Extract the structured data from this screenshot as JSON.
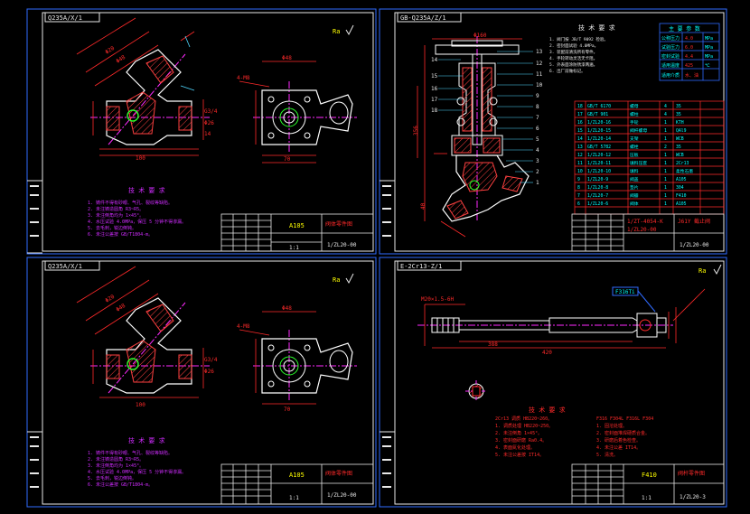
{
  "colors": {
    "background": "#000000",
    "border": "#2f6bff",
    "frame": "#e8e8e8",
    "part": "#ffffff",
    "dimension": "#ff2a2a",
    "centerline": "#ff2aff",
    "leader": "#4fd8ff",
    "hatch": "#ff4040",
    "highlight": "#2aff2a",
    "table_text": "#00ffff",
    "note_text": "#d02cff",
    "label": "#ffff00"
  },
  "sheets": [
    {
      "tag": "Q235A/X/1",
      "roughness": "Ra",
      "notes_title": "技 术 要 求",
      "notes": [
        "1. 铸件不得有砂眼、气孔、裂纹等缺陷。",
        "2. 未注铸造圆角 R3~R5。",
        "3. 未注倒角均为 1×45°。",
        "4. 水压试验 4.0MPa，保压 5 分钟不得渗漏。",
        "5. 去毛刺，锐边倒钝。",
        "6. 未注公差按 GB/T1804-m。"
      ],
      "material": "A105",
      "title_name": "阀体零件图",
      "scale": "1:1",
      "drawing_no": "1/ZL20-00"
    },
    {
      "tag": "GB-Q235A/Z/1",
      "roughness": "",
      "notes_title": "技 术 要 求",
      "notes": [
        "1. 阀门按 JB/T 9092 检验。",
        "2. 密封面试验 4.0MPa。",
        "3. 装配前清洗所有零件。",
        "4. 手轮转动灵活无卡阻。",
        "5. 外表面涂防锈漆两遍。",
        "6. 出厂前做标记。"
      ],
      "material": "",
      "title_name": "J61Y 截止阀",
      "scale": "1:1",
      "drawing_no": "1/ZL20-00"
    },
    {
      "tag": "Q235A/X/1",
      "roughness": "Ra",
      "notes_title": "技 术 要 求",
      "notes": [
        "1. 铸件不得有砂眼、气孔、裂纹等缺陷。",
        "2. 未注铸造圆角 R3~R5。",
        "3. 未注倒角均为 1×45°。",
        "4. 水压试验 4.0MPa，保压 5 分钟不得渗漏。",
        "5. 去毛刺，锐边倒钝。",
        "6. 未注公差按 GB/T1804-m。"
      ],
      "material": "A105",
      "title_name": "阀体零件图",
      "scale": "1:1",
      "drawing_no": "1/ZL20-00"
    },
    {
      "tag": "E-2Cr13-Z/1",
      "roughness": "Ra",
      "notes_title": "技 术 要 求",
      "notes_left": [
        "2Cr13 调质 HB220~260。",
        "1. 调质处理 HB220~250。",
        "2. 未注倒角 1×45°。",
        "3. 密封面研磨 Ra0.4。",
        "4. 表面氮化处理。",
        "5. 未注公差按 IT14。"
      ],
      "notes_right": [
        "F316 F304L F316L F304",
        "1. 固溶处理。",
        "2. 密封面堆焊硬质合金。",
        "3. 研磨后着色检查。",
        "4. 未注公差 IT14。",
        "5. 清洗。"
      ],
      "material": "F410",
      "title_name": "阀杆零件图",
      "scale": "1:1",
      "drawing_no": "1/ZL20-3"
    }
  ],
  "assembly_parts": [
    {
      "no": "18",
      "code": "GB/T 6170",
      "name": "螺母",
      "qty": "4",
      "mat": "35"
    },
    {
      "no": "17",
      "code": "GB/T 901",
      "name": "螺柱",
      "qty": "4",
      "mat": "35"
    },
    {
      "no": "16",
      "code": "1/ZL20-16",
      "name": "手轮",
      "qty": "1",
      "mat": "KTH"
    },
    {
      "no": "15",
      "code": "1/ZL20-15",
      "name": "阀杆螺母",
      "qty": "1",
      "mat": "QAl9"
    },
    {
      "no": "14",
      "code": "1/ZL20-14",
      "name": "支架",
      "qty": "1",
      "mat": "WCB"
    },
    {
      "no": "13",
      "code": "GB/T 5782",
      "name": "螺栓",
      "qty": "2",
      "mat": "35"
    },
    {
      "no": "12",
      "code": "1/ZL20-12",
      "name": "压板",
      "qty": "1",
      "mat": "WCB"
    },
    {
      "no": "11",
      "code": "1/ZL20-11",
      "name": "填料压套",
      "qty": "1",
      "mat": "2Cr13"
    },
    {
      "no": "10",
      "code": "1/ZL20-10",
      "name": "填料",
      "qty": "1",
      "mat": "柔性石墨"
    },
    {
      "no": "9",
      "code": "1/ZL20-9",
      "name": "阀盖",
      "qty": "1",
      "mat": "A105"
    },
    {
      "no": "8",
      "code": "1/ZL20-8",
      "name": "垫片",
      "qty": "1",
      "mat": "304"
    },
    {
      "no": "7",
      "code": "1/ZL20-7",
      "name": "阀瓣",
      "qty": "1",
      "mat": "F410"
    },
    {
      "no": "6",
      "code": "1/ZL20-6",
      "name": "阀体",
      "qty": "1",
      "mat": "A105"
    }
  ],
  "spec_table": {
    "title": "主 要 参 数",
    "rows": [
      {
        "k": "公称压力",
        "v": "4.0",
        "u": "MPa"
      },
      {
        "k": "试验压力",
        "v": "6.0",
        "u": "MPa"
      },
      {
        "k": "密封试验",
        "v": "4.4",
        "u": "MPa"
      },
      {
        "k": "适用温度",
        "v": "425",
        "u": "℃"
      },
      {
        "k": "适用介质",
        "v": "水、油",
        "u": ""
      }
    ]
  },
  "dim_labels": {
    "body_top": "100",
    "body_side": "4-M8",
    "flange_top": "Φ48",
    "flange_bottom": "70",
    "stem_length": "420",
    "stem_sub": "388",
    "stem_note": "M20×1.5-6H",
    "stem_tag": "F316Ti"
  },
  "balloons": [
    "1",
    "2",
    "3",
    "4",
    "5",
    "6",
    "7",
    "8",
    "9",
    "10",
    "11",
    "12",
    "13",
    "14",
    "15",
    "16",
    "17",
    "18"
  ],
  "assembly_labels": {
    "stem_callout": "1/ZT-4054-K",
    "spec_callout": "1/ZL20-00",
    "title_name": "J61Y 截止阀",
    "code2": "1/ZL20-00"
  }
}
